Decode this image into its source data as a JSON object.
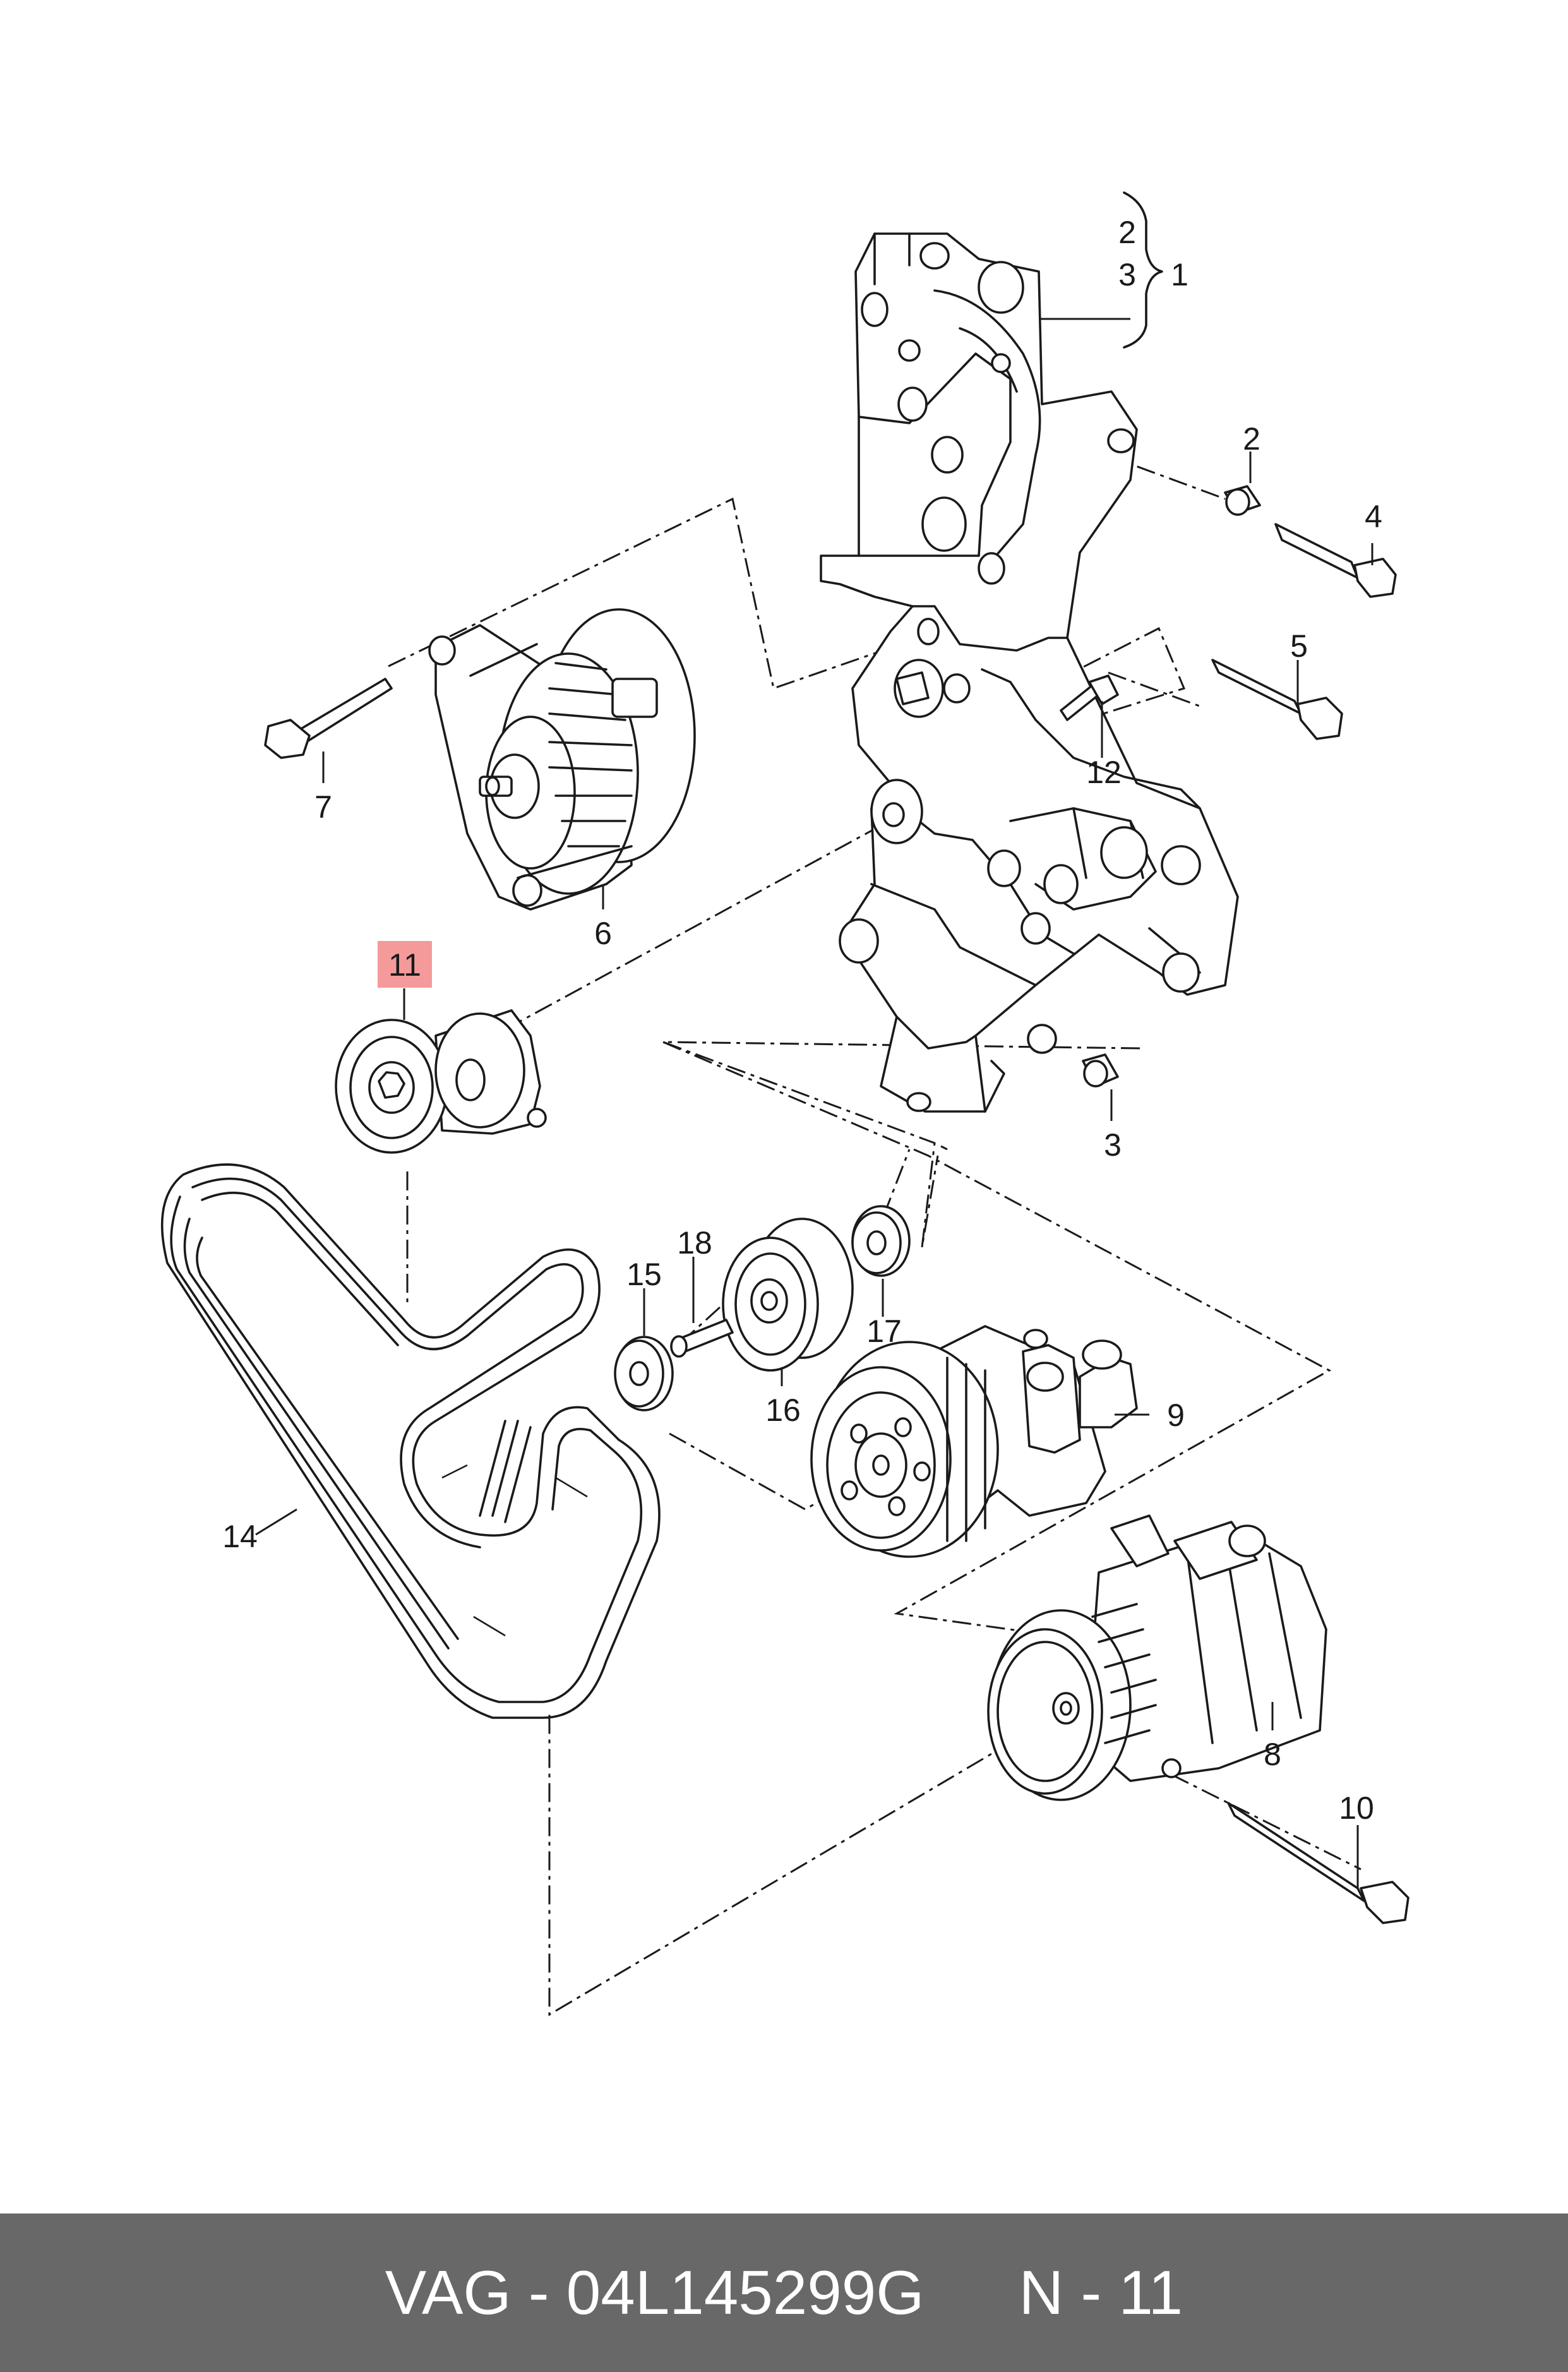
{
  "diagram": {
    "callouts": [
      {
        "id": "c2a",
        "label": "2"
      },
      {
        "id": "c3a",
        "label": "3"
      },
      {
        "id": "c1",
        "label": "1"
      },
      {
        "id": "c2b",
        "label": "2"
      },
      {
        "id": "c4",
        "label": "4"
      },
      {
        "id": "c5",
        "label": "5"
      },
      {
        "id": "c7",
        "label": "7"
      },
      {
        "id": "c12",
        "label": "12"
      },
      {
        "id": "c6",
        "label": "6"
      },
      {
        "id": "c11",
        "label": "11",
        "highlighted": true
      },
      {
        "id": "c3b",
        "label": "3"
      },
      {
        "id": "c18",
        "label": "18"
      },
      {
        "id": "c15",
        "label": "15"
      },
      {
        "id": "c17",
        "label": "17"
      },
      {
        "id": "c16",
        "label": "16"
      },
      {
        "id": "c9",
        "label": "9"
      },
      {
        "id": "c14",
        "label": "14"
      },
      {
        "id": "c8",
        "label": "8"
      },
      {
        "id": "c10",
        "label": "10"
      }
    ],
    "highlight_color": "#f49a9a"
  },
  "footer": {
    "part_number": "VAG - 04L145299G",
    "position": "N - 11",
    "background_color": "#686868"
  }
}
